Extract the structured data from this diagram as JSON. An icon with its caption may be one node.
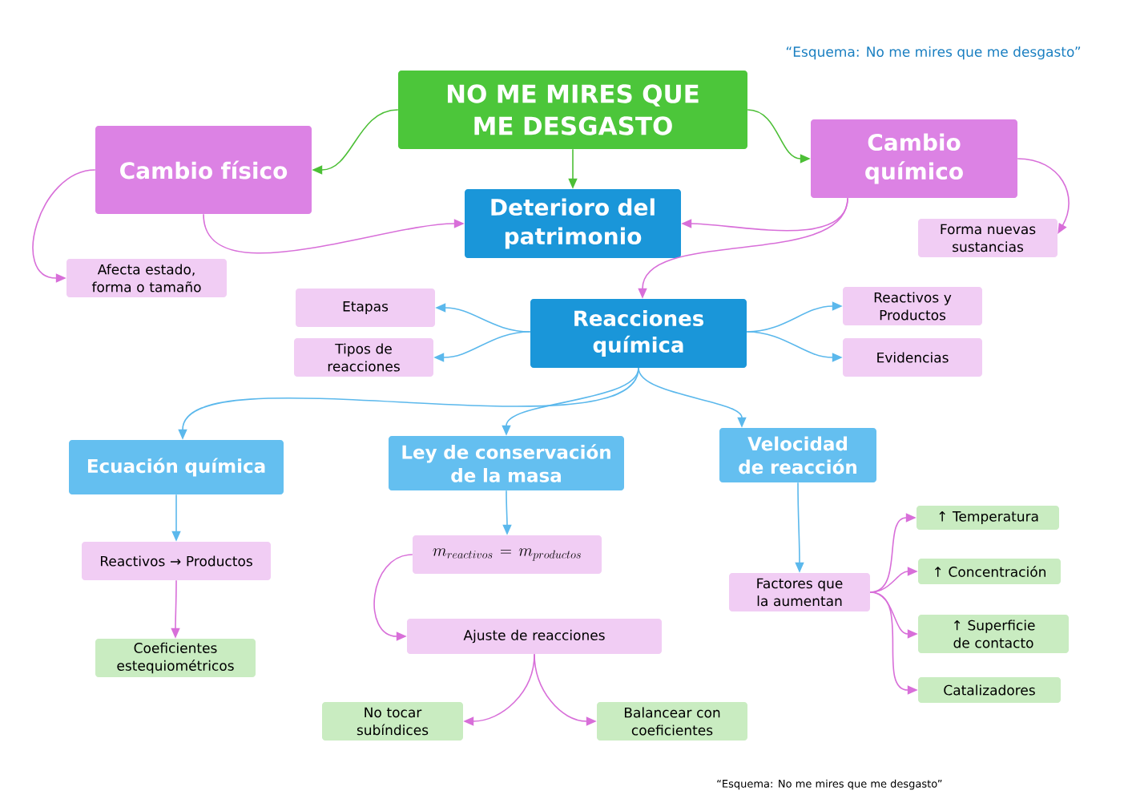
{
  "diagram": {
    "nodes": [
      {
        "text": [
          "NO ME MIRES QUE ME DESGASTO"
        ]
      },
      {
        "text": [
          "Cambio físico"
        ]
      },
      {
        "text": [
          "Cambio químico"
        ]
      },
      {
        "text": [
          "Deterioro del patrimonio"
        ]
      },
      {
        "text": [
          "Afecta estado, forma o tamaño"
        ]
      },
      {
        "text": [
          "Forma nuevas sustancias"
        ]
      },
      {
        "text": [
          "Reacciones química"
        ]
      },
      {
        "text": [
          "Etapas"
        ]
      },
      {
        "text": [
          "Tipos de reacciones"
        ]
      },
      {
        "text": [
          "Reactivos y Productos"
        ]
      },
      {
        "text": [
          "Evidencias"
        ]
      },
      {
        "text": [
          "Ecuación química"
        ]
      },
      {
        "text": [
          "Ley de conservación de la masa"
        ]
      },
      {
        "text": [
          "Velocidad de reacción"
        ]
      },
      {
        "text": [
          "Reactivos → Productos"
        ]
      },
      {
        "text": [
          "m_{reactivos} = m_{productos}"
        ]
      },
      {
        "text": [
          "Factores que la aumentan"
        ]
      },
      {
        "text": [
          "Coeficientes estequiométricos"
        ]
      },
      {
        "text": [
          "Ajuste de reacciones"
        ]
      },
      {
        "text": [
          "↑ Temperatura"
        ]
      },
      {
        "text": [
          "↑ Concentración"
        ]
      },
      {
        "text": [
          "↑ Superficie de contacto"
        ]
      },
      {
        "text": [
          "Catalizadores"
        ]
      },
      {
        "text": [
          "No tocar subíndices"
        ]
      },
      {
        "text": [
          "Balancear con coeficientes"
        ]
      }
    ],
    "edges": [
      {
        "from": 0,
        "to": 1,
        "arrow": "to",
        "color": "#4cbf36"
      },
      {
        "from": 0,
        "to": 3,
        "arrow": "to",
        "color": "#4cbf36"
      },
      {
        "from": 0,
        "to": 2,
        "arrow": "to",
        "color": "#4cbf36"
      },
      {
        "from": 1,
        "to": 4,
        "arrow": "to"
      },
      {
        "from": 1,
        "to": 3,
        "arrow": "to"
      },
      {
        "from": 2,
        "to": 3,
        "arrow": "to"
      },
      {
        "from": 2,
        "to": 5,
        "arrow": "to"
      },
      {
        "from": 2,
        "to": 6,
        "arrow": "to"
      },
      {
        "from": 6,
        "to": 7,
        "arrow": "to",
        "color": "#5bb8ec"
      },
      {
        "from": 6,
        "to": 8,
        "arrow": "to",
        "color": "#5bb8ec"
      },
      {
        "from": 6,
        "to": 9,
        "arrow": "to",
        "color": "#5bb8ec"
      },
      {
        "from": 6,
        "to": 10,
        "arrow": "to",
        "color": "#5bb8ec"
      },
      {
        "from": 6,
        "to": 11,
        "arrow": "to",
        "color": "#5bb8ec"
      },
      {
        "from": 6,
        "to": 12,
        "arrow": "to",
        "color": "#5bb8ec"
      },
      {
        "from": 6,
        "to": 13,
        "arrow": "to",
        "color": "#5bb8ec"
      },
      {
        "from": 11,
        "to": 14,
        "arrow": "to",
        "color": "#5bb8ec"
      },
      {
        "from": 12,
        "to": 15,
        "arrow": "to",
        "color": "#5bb8ec"
      },
      {
        "from": 13,
        "to": 16,
        "arrow": "to",
        "color": "#5bb8ec"
      },
      {
        "from": 14,
        "to": 17,
        "arrow": "to"
      },
      {
        "from": 15,
        "to": 18,
        "arrow": "to"
      },
      {
        "from": 16,
        "to": 19,
        "arrow": "to"
      },
      {
        "from": 16,
        "to": 20,
        "arrow": "to"
      },
      {
        "from": 16,
        "to": 21,
        "arrow": "to"
      },
      {
        "from": 16,
        "to": 22,
        "arrow": "to"
      },
      {
        "from": 18,
        "to": 23,
        "arrow": "to"
      },
      {
        "from": 18,
        "to": 24,
        "arrow": "to"
      }
    ],
    "labels": [
      "“Esquema: No me mires que me desgasto”",
      "“Esquema: No me mires que me desgasto”"
    ]
  }
}
